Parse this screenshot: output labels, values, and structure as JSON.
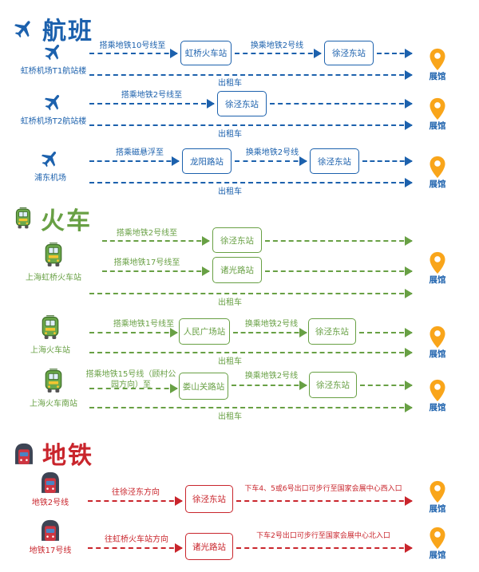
{
  "labels": {
    "taxi": "出租车",
    "destination": "展馆"
  },
  "colors": {
    "flights_blue": "#1c61ad",
    "trains_green": "#68a044",
    "metro_red": "#c9252c",
    "pin_orange": "#f9a51a"
  },
  "sections": {
    "flights": {
      "title": "航班",
      "rows": [
        {
          "origin": "虹桥机场T1航站楼",
          "step1": "搭乘地铁10号线至",
          "station1": "虹桥火车站",
          "step2": "换乘地铁2号线",
          "station2": "徐泾东站"
        },
        {
          "origin": "虹桥机场T2航站楼",
          "step1": "搭乘地铁2号线至",
          "station1": "徐泾东站"
        },
        {
          "origin": "浦东机场",
          "step1": "搭乘磁悬浮至",
          "station1": "龙阳路站",
          "step2": "换乘地铁2号线",
          "station2": "徐泾东站"
        }
      ]
    },
    "trains": {
      "title": "火车",
      "rows": [
        {
          "origin": "上海虹桥火车站",
          "routes": [
            {
              "step": "搭乘地铁2号线至",
              "station": "徐泾东站"
            },
            {
              "step": "搭乘地铁17号线至",
              "station": "诸光路站"
            }
          ]
        },
        {
          "origin": "上海火车站",
          "step1": "搭乘地铁1号线至",
          "station1": "人民广场站",
          "step2": "换乘地铁2号线",
          "station2": "徐泾东站"
        },
        {
          "origin": "上海火车南站",
          "step1": "搭乘地铁15号线（顾村公园方向）至",
          "station1": "娄山关路站",
          "step2": "换乘地铁2号线",
          "station2": "徐泾东站"
        }
      ]
    },
    "metro": {
      "title": "地铁",
      "rows": [
        {
          "origin": "地铁2号线",
          "step1": "往徐泾东方向",
          "station1": "徐泾东站",
          "step2": "下车4、5或6号出口可步行至国家会展中心西入口"
        },
        {
          "origin": "地铁17号线",
          "step1": "往虹桥火车站方向",
          "station1": "诸光路站",
          "step2": "下车2号出口可步行至国家会展中心北入口"
        }
      ]
    }
  }
}
